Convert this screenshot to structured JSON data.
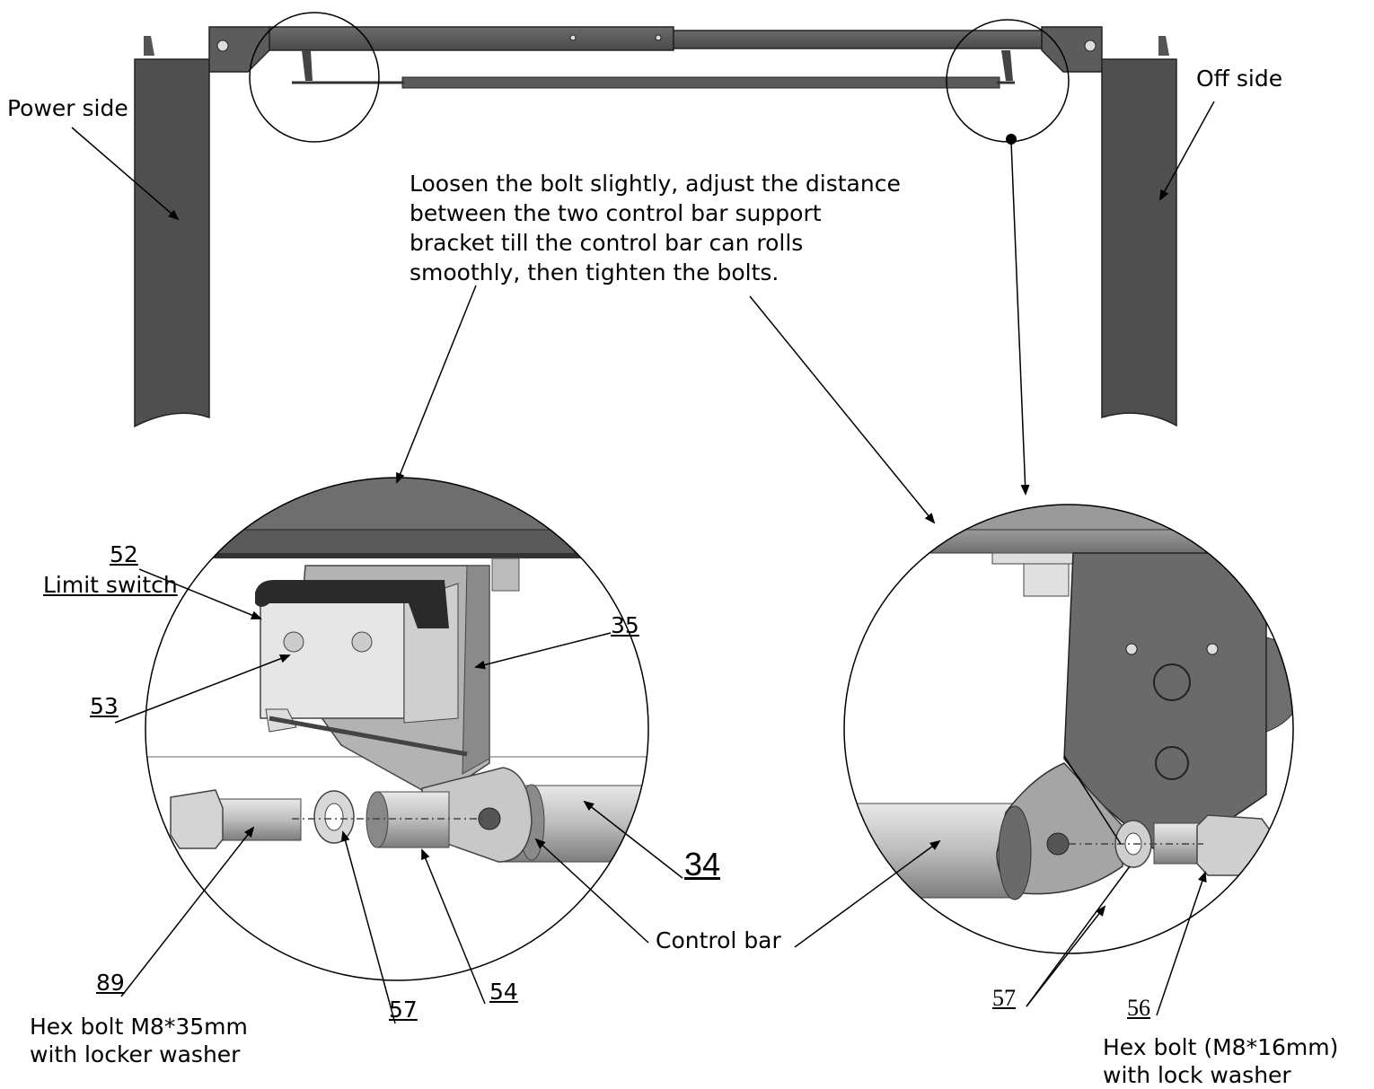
{
  "labels": {
    "power_side": "Power side",
    "off_side": "Off side",
    "instruction": "Loosen the bolt slightly, adjust the distance between the two control bar support bracket till the control bar can rolls smoothly, then tighten the bolts.",
    "part_52": "52",
    "limit_switch": "Limit switch",
    "part_53": "53",
    "part_35": "35",
    "part_34": "34",
    "control_bar": "Control bar",
    "part_89": "89",
    "part_57_left": "57",
    "part_54": "54",
    "hex_bolt_left_line1": "Hex bolt M8*35mm",
    "hex_bolt_left_line2": "with locker washer",
    "part_57_right": "57",
    "part_56": "56",
    "hex_bolt_right_line1": "Hex bolt (M8*16mm)",
    "hex_bolt_right_line2": "with lock washer"
  },
  "colors": {
    "post": "#4f4f4f",
    "beam": "#5a5a5a",
    "bracket": "#6a6a6a",
    "bracket_light": "#a9a9a9",
    "bar_light": "#c9c9c9",
    "line": "#000000"
  }
}
